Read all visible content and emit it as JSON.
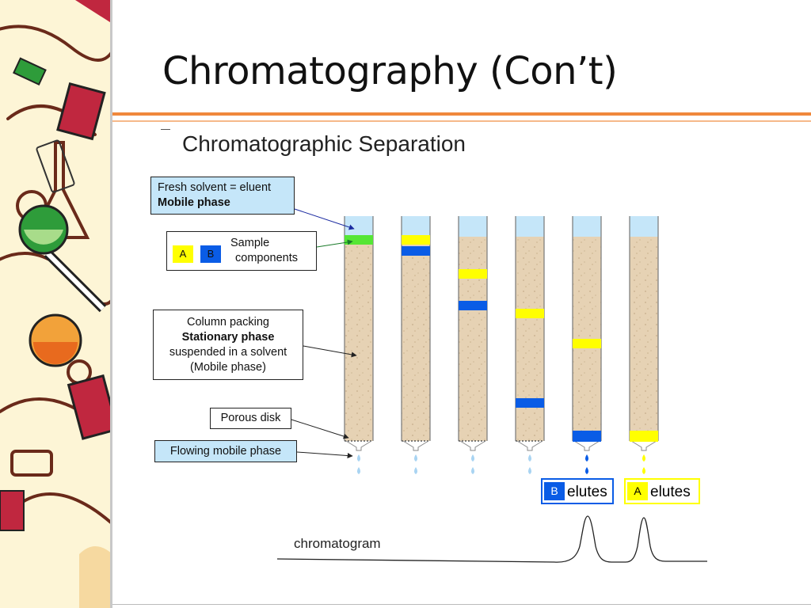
{
  "slide": {
    "title": "Chromatography (Con’t)",
    "diagram_title": "Chromatographic Separation"
  },
  "labels": {
    "fresh_solvent_line1": "Fresh solvent = eluent",
    "fresh_solvent_line2": "Mobile phase",
    "sample_chip_a": "A",
    "sample_chip_b": "B",
    "sample_line1": "Sample",
    "sample_line2": "components",
    "packing_line1": "Column packing",
    "packing_line2": "Stationary phase",
    "packing_line3": "suspended in a solvent",
    "packing_line4": "(Mobile phase)",
    "porous_disk": "Porous disk",
    "flowing": "Flowing mobile phase",
    "b_chip": "B",
    "b_elutes": "elutes",
    "a_chip": "A",
    "a_elutes": "elutes",
    "chromatogram": "chromatogram"
  },
  "colors": {
    "component_a": "#ffff00",
    "component_b": "#0a5ce6",
    "initial_band": "#55e635",
    "solvent": "#c5e6f9",
    "packing": "#e6d2b4",
    "accent_line": "#f0883c"
  }
}
